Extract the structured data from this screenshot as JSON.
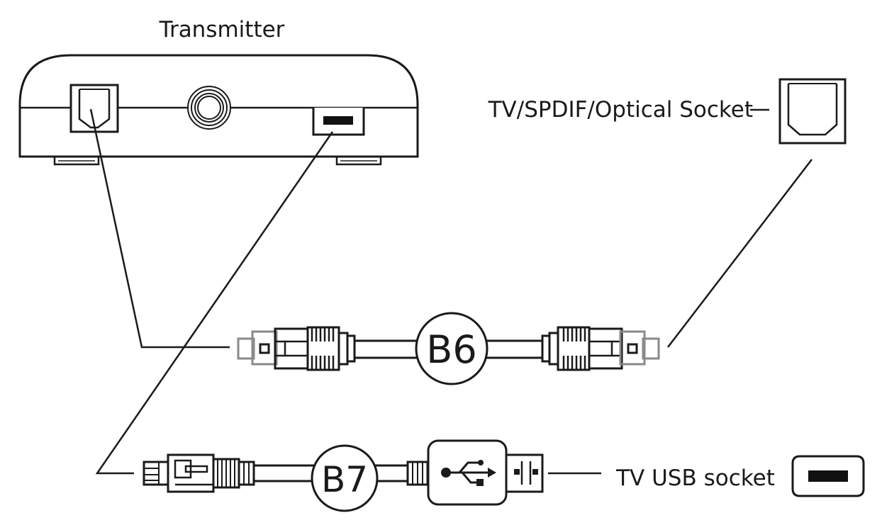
{
  "labels": {
    "transmitter": "Transmitter",
    "optical_socket": "TV/SPDIF/Optical Socket",
    "usb_socket": "TV USB socket"
  },
  "cables": {
    "optical_id": "B6",
    "usb_id": "B7"
  },
  "colors": {
    "line": "#1a1a1a",
    "plug_tip": "#8a8a8a"
  }
}
